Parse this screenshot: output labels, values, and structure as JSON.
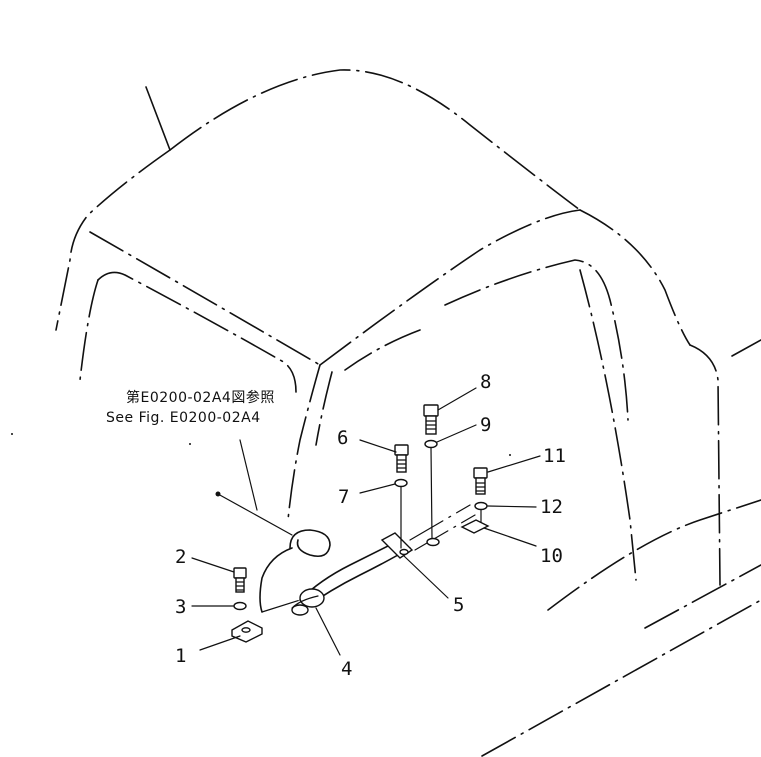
{
  "note": {
    "line1": "第E0200-02A4図参照",
    "line2": "See Fig. E0200-02A4"
  },
  "callouts": [
    {
      "id": "1",
      "label": "1"
    },
    {
      "id": "2",
      "label": "2"
    },
    {
      "id": "3",
      "label": "3"
    },
    {
      "id": "4",
      "label": "4"
    },
    {
      "id": "5",
      "label": "5"
    },
    {
      "id": "6",
      "label": "6"
    },
    {
      "id": "7",
      "label": "7"
    },
    {
      "id": "8",
      "label": "8"
    },
    {
      "id": "9",
      "label": "9"
    },
    {
      "id": "10",
      "label": "10"
    },
    {
      "id": "11",
      "label": "11"
    },
    {
      "id": "12",
      "label": "12"
    }
  ]
}
